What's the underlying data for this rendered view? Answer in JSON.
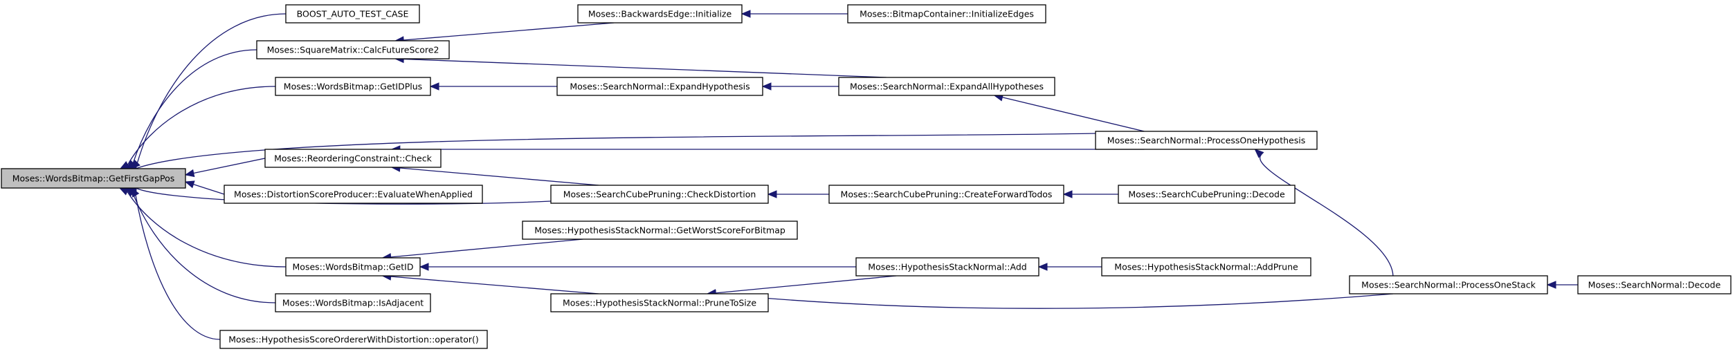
{
  "diagram": {
    "root": "Moses::WordsBitmap::GetFirstGapPos",
    "colors": {
      "edge": "#191970",
      "root_fill": "#bfbfbf",
      "node_fill": "#ffffff",
      "node_border": "#000000"
    },
    "nodes": [
      {
        "id": "root",
        "label": "Moses::WordsBitmap::GetFirstGapPos"
      },
      {
        "id": "boost",
        "label": "BOOST_AUTO_TEST_CASE"
      },
      {
        "id": "calcfuture",
        "label": "Moses::SquareMatrix::CalcFutureScore2"
      },
      {
        "id": "getidplus",
        "label": "Moses::WordsBitmap::GetIDPlus"
      },
      {
        "id": "check",
        "label": "Moses::ReorderingConstraint::Check"
      },
      {
        "id": "evalwhenapplied",
        "label": "Moses::DistortionScoreProducer::EvaluateWhenApplied"
      },
      {
        "id": "getid",
        "label": "Moses::WordsBitmap::GetID"
      },
      {
        "id": "isadjacent",
        "label": "Moses::WordsBitmap::IsAdjacent"
      },
      {
        "id": "hsoperator",
        "label": "Moses::HypothesisScoreOrdererWithDistortion::operator()"
      },
      {
        "id": "backinit",
        "label": "Moses::BackwardsEdge::Initialize"
      },
      {
        "id": "expandhyp",
        "label": "Moses::SearchNormal::ExpandHypothesis"
      },
      {
        "id": "checkdist",
        "label": "Moses::SearchCubePruning::CheckDistortion"
      },
      {
        "id": "worstscore",
        "label": "Moses::HypothesisStackNormal::GetWorstScoreForBitmap"
      },
      {
        "id": "prune",
        "label": "Moses::HypothesisStackNormal::PruneToSize"
      },
      {
        "id": "initedges",
        "label": "Moses::BitmapContainer::InitializeEdges"
      },
      {
        "id": "expandall",
        "label": "Moses::SearchNormal::ExpandAllHypotheses"
      },
      {
        "id": "createfwd",
        "label": "Moses::SearchCubePruning::CreateForwardTodos"
      },
      {
        "id": "hsadd",
        "label": "Moses::HypothesisStackNormal::Add"
      },
      {
        "id": "processone",
        "label": "Moses::SearchNormal::ProcessOneHypothesis"
      },
      {
        "id": "cubedecode",
        "label": "Moses::SearchCubePruning::Decode"
      },
      {
        "id": "addprune",
        "label": "Moses::HypothesisStackNormal::AddPrune"
      },
      {
        "id": "processstack",
        "label": "Moses::SearchNormal::ProcessOneStack"
      },
      {
        "id": "normaldecode",
        "label": "Moses::SearchNormal::Decode"
      }
    ],
    "edges": [
      {
        "from": "boost",
        "to": "root"
      },
      {
        "from": "calcfuture",
        "to": "root"
      },
      {
        "from": "getidplus",
        "to": "root"
      },
      {
        "from": "processone",
        "to": "root"
      },
      {
        "from": "check",
        "to": "root"
      },
      {
        "from": "evalwhenapplied",
        "to": "root"
      },
      {
        "from": "checkdist",
        "to": "root"
      },
      {
        "from": "getid",
        "to": "root"
      },
      {
        "from": "isadjacent",
        "to": "root"
      },
      {
        "from": "hsoperator",
        "to": "root"
      },
      {
        "from": "backinit",
        "to": "calcfuture"
      },
      {
        "from": "expandall",
        "to": "calcfuture"
      },
      {
        "from": "expandhyp",
        "to": "getidplus"
      },
      {
        "from": "processone",
        "to": "check"
      },
      {
        "from": "checkdist",
        "to": "check"
      },
      {
        "from": "worstscore",
        "to": "getid"
      },
      {
        "from": "hsadd",
        "to": "getid"
      },
      {
        "from": "prune",
        "to": "getid"
      },
      {
        "from": "initedges",
        "to": "backinit"
      },
      {
        "from": "expandall",
        "to": "expandhyp"
      },
      {
        "from": "createfwd",
        "to": "checkdist"
      },
      {
        "from": "hsadd",
        "to": "prune"
      },
      {
        "from": "processstack",
        "to": "prune"
      },
      {
        "from": "processone",
        "to": "expandall"
      },
      {
        "from": "cubedecode",
        "to": "createfwd"
      },
      {
        "from": "addprune",
        "to": "hsadd"
      },
      {
        "from": "processstack",
        "to": "processone"
      },
      {
        "from": "normaldecode",
        "to": "processstack"
      }
    ]
  }
}
